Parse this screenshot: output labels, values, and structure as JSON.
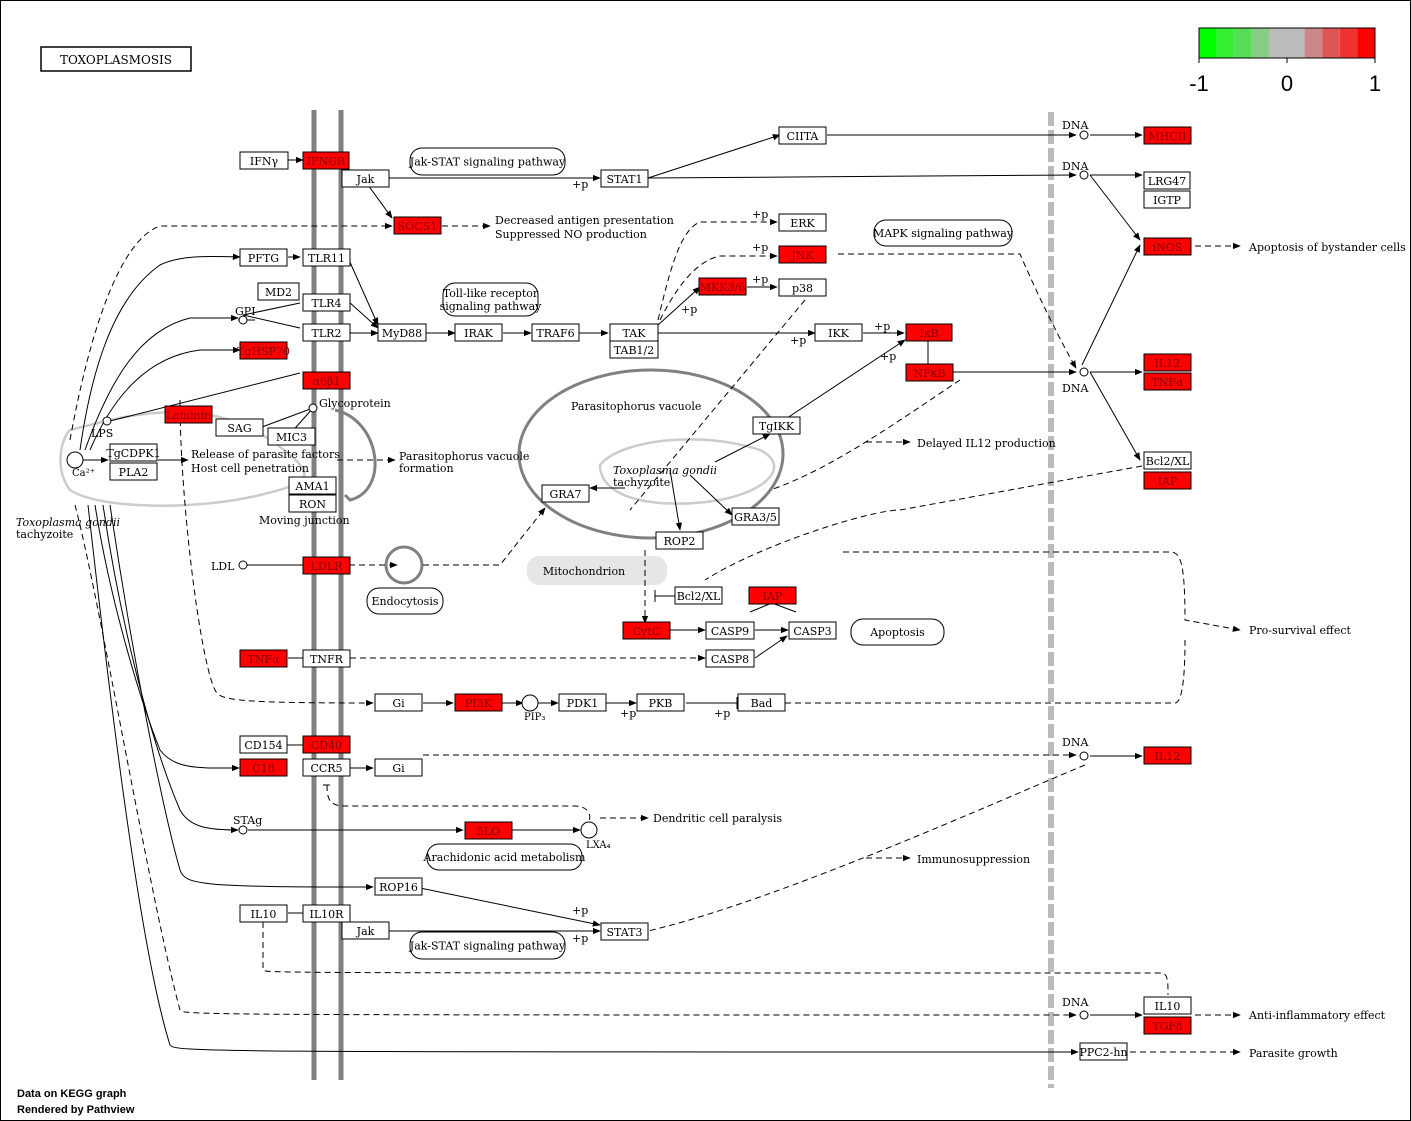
{
  "title": "TOXOPLASMOSIS",
  "legend": {
    "colors": [
      "#00ff00",
      "#33ee33",
      "#55dd55",
      "#88cc88",
      "#bbbbbb",
      "#bbbbbb",
      "#cc8888",
      "#dd5555",
      "#ee3333",
      "#ff0000"
    ],
    "tick_labels": [
      "-1",
      "0",
      "1"
    ]
  },
  "footer": {
    "line1": "Data on KEGG graph",
    "line2": "Rendered by Pathview"
  },
  "colors": {
    "up": "#ff0000",
    "none": "#ffffff",
    "membrane": "#808080"
  },
  "genes": [
    {
      "id": "IFNy",
      "label": "IFNγ",
      "color": "#ffffff"
    },
    {
      "id": "IFNGR",
      "label": "IFNGR",
      "color": "#ff0000"
    },
    {
      "id": "Jak1",
      "label": "Jak",
      "color": "#ffffff"
    },
    {
      "id": "SOCS1",
      "label": "SOCS1",
      "color": "#ff0000"
    },
    {
      "id": "STAT1",
      "label": "STAT1",
      "color": "#ffffff"
    },
    {
      "id": "CIITA",
      "label": "CIITA",
      "color": "#ffffff"
    },
    {
      "id": "MHCII",
      "label": "MHCII",
      "color": "#ff0000"
    },
    {
      "id": "LRG47",
      "label": "LRG47",
      "color": "#ffffff"
    },
    {
      "id": "IGTP",
      "label": "IGTP",
      "color": "#ffffff"
    },
    {
      "id": "iNOS",
      "label": "iNOS",
      "color": "#ff0000"
    },
    {
      "id": "PFTG",
      "label": "PFTG",
      "color": "#ffffff"
    },
    {
      "id": "TLR11",
      "label": "TLR11",
      "color": "#ffffff"
    },
    {
      "id": "MD2",
      "label": "MD2",
      "color": "#ffffff"
    },
    {
      "id": "TLR4",
      "label": "TLR4",
      "color": "#ffffff"
    },
    {
      "id": "TLR2",
      "label": "TLR2",
      "color": "#ffffff"
    },
    {
      "id": "TgHSP70",
      "label": "TgHSP70",
      "color": "#ff0000"
    },
    {
      "id": "MyD88",
      "label": "MyD88",
      "color": "#ffffff"
    },
    {
      "id": "IRAK",
      "label": "IRAK",
      "color": "#ffffff"
    },
    {
      "id": "TRAF6",
      "label": "TRAF6",
      "color": "#ffffff"
    },
    {
      "id": "TAK",
      "label": "TAK",
      "color": "#ffffff"
    },
    {
      "id": "TAB12",
      "label": "TAB1/2",
      "color": "#ffffff"
    },
    {
      "id": "ERK",
      "label": "ERK",
      "color": "#ffffff"
    },
    {
      "id": "JNK",
      "label": "JNK",
      "color": "#ff0000"
    },
    {
      "id": "MKK36",
      "label": "MKK3/6",
      "color": "#ff0000"
    },
    {
      "id": "p38",
      "label": "p38",
      "color": "#ffffff"
    },
    {
      "id": "IKK",
      "label": "IKK",
      "color": "#ffffff"
    },
    {
      "id": "IkB",
      "label": "IκB",
      "color": "#ff0000"
    },
    {
      "id": "NFkB",
      "label": "NFκB",
      "color": "#ff0000"
    },
    {
      "id": "IL12a",
      "label": "IL12",
      "color": "#ff0000"
    },
    {
      "id": "TNFa1",
      "label": "TNFα",
      "color": "#ff0000"
    },
    {
      "id": "a6b1",
      "label": "α6β1",
      "color": "#ff0000"
    },
    {
      "id": "Laminin",
      "label": "Laminin",
      "color": "#ff0000"
    },
    {
      "id": "SAG",
      "label": "SAG",
      "color": "#ffffff"
    },
    {
      "id": "MIC3",
      "label": "MIC3",
      "color": "#ffffff"
    },
    {
      "id": "TgCDPK1",
      "label": "TgCDPK1",
      "color": "#ffffff"
    },
    {
      "id": "PLA2",
      "label": "PLA2",
      "color": "#ffffff"
    },
    {
      "id": "AMA1",
      "label": "AMA1",
      "color": "#ffffff"
    },
    {
      "id": "RON",
      "label": "RON",
      "color": "#ffffff"
    },
    {
      "id": "TgIKK",
      "label": "TgIKK",
      "color": "#ffffff"
    },
    {
      "id": "GRA7",
      "label": "GRA7",
      "color": "#ffffff"
    },
    {
      "id": "GRA35",
      "label": "GRA3/5",
      "color": "#ffffff"
    },
    {
      "id": "ROP2",
      "label": "ROP2",
      "color": "#ffffff"
    },
    {
      "id": "Bcl2XLa",
      "label": "Bcl2/XL",
      "color": "#ffffff"
    },
    {
      "id": "IAPa",
      "label": "IAP",
      "color": "#ff0000"
    },
    {
      "id": "Bcl2XLb",
      "label": "Bcl2/XL",
      "color": "#ffffff"
    },
    {
      "id": "IAPb",
      "label": "IAP",
      "color": "#ff0000"
    },
    {
      "id": "LDLR",
      "label": "LDLR",
      "color": "#ff0000"
    },
    {
      "id": "CytC",
      "label": "CytC",
      "color": "#ff0000"
    },
    {
      "id": "CASP9",
      "label": "CASP9",
      "color": "#ffffff"
    },
    {
      "id": "CASP3",
      "label": "CASP3",
      "color": "#ffffff"
    },
    {
      "id": "TNFa2",
      "label": "TNFα",
      "color": "#ff0000"
    },
    {
      "id": "TNFR",
      "label": "TNFR",
      "color": "#ffffff"
    },
    {
      "id": "CASP8",
      "label": "CASP8",
      "color": "#ffffff"
    },
    {
      "id": "Gi1",
      "label": "Gi",
      "color": "#ffffff"
    },
    {
      "id": "PI3K",
      "label": "PI3K",
      "color": "#ff0000"
    },
    {
      "id": "PDK1",
      "label": "PDK1",
      "color": "#ffffff"
    },
    {
      "id": "PKB",
      "label": "PKB",
      "color": "#ffffff"
    },
    {
      "id": "Bad",
      "label": "Bad",
      "color": "#ffffff"
    },
    {
      "id": "CD154",
      "label": "CD154",
      "color": "#ffffff"
    },
    {
      "id": "CD40",
      "label": "CD40",
      "color": "#ff0000"
    },
    {
      "id": "C18",
      "label": "C18",
      "color": "#ff0000"
    },
    {
      "id": "CCR5",
      "label": "CCR5",
      "color": "#ffffff"
    },
    {
      "id": "Gi2",
      "label": "Gi",
      "color": "#ffffff"
    },
    {
      "id": "IL12b",
      "label": "IL12",
      "color": "#ff0000"
    },
    {
      "id": "5LO",
      "label": "5LO",
      "color": "#ff0000"
    },
    {
      "id": "ROP16",
      "label": "ROP16",
      "color": "#ffffff"
    },
    {
      "id": "IL10a",
      "label": "IL10",
      "color": "#ffffff"
    },
    {
      "id": "IL10R",
      "label": "IL10R",
      "color": "#ffffff"
    },
    {
      "id": "Jak2",
      "label": "Jak",
      "color": "#ffffff"
    },
    {
      "id": "STAT3",
      "label": "STAT3",
      "color": "#ffffff"
    },
    {
      "id": "IL10b",
      "label": "IL10",
      "color": "#ffffff"
    },
    {
      "id": "TGFb",
      "label": "TGFβ",
      "color": "#ff0000"
    },
    {
      "id": "PPC2",
      "label": "PPC2-hn",
      "color": "#ffffff"
    }
  ],
  "pathways": [
    {
      "id": "jakstat1",
      "label": "Jak-STAT signaling pathway"
    },
    {
      "id": "mapk",
      "label": "MAPK signaling pathway"
    },
    {
      "id": "tlr",
      "label1": "Toll-like receptor",
      "label2": "signaling pathway"
    },
    {
      "id": "endo",
      "label": "Endocytosis"
    },
    {
      "id": "apop",
      "label": "Apoptosis"
    },
    {
      "id": "arach",
      "label": "Arachidonic acid  metabolism"
    },
    {
      "id": "jakstat2",
      "label": "Jak-STAT signaling pathway"
    }
  ],
  "texts": {
    "dna": "DNA",
    "decreased1": "Decreased antigen presentation",
    "decreased2": "Suppressed NO production",
    "apoptosis_bystander": "Apoptosis of bystander cells",
    "gpi": "GPI",
    "lps": "LPS",
    "glycoprotein": "Glycoprotein",
    "ca": "Ca²⁺",
    "release1": "Release of parasite factors",
    "release2": "Host cell penetration",
    "pv_form1": "Parasitophorus vacuole",
    "pv_form2": "formation",
    "pv": "Parasitophorus vacuole",
    "moving_junction": "Moving junction",
    "tgondii1": "Toxoplasma gondii",
    "tgondii2": "tachyzoite",
    "delayed": "Delayed IL12 production",
    "ldl": "LDL",
    "mitochondrion": "Mitochondrion",
    "prosurvival": "Pro-survival effect",
    "pip3": "PIP₃",
    "stag": "STAg",
    "lxa4": "LXA₄",
    "dendritic": "Dendritic cell paralysis",
    "immuno": "Immunosuppression",
    "antiinflam": "Anti-inflammatory effect",
    "parasite_growth": "Parasite growth",
    "plus_p": "+p"
  }
}
